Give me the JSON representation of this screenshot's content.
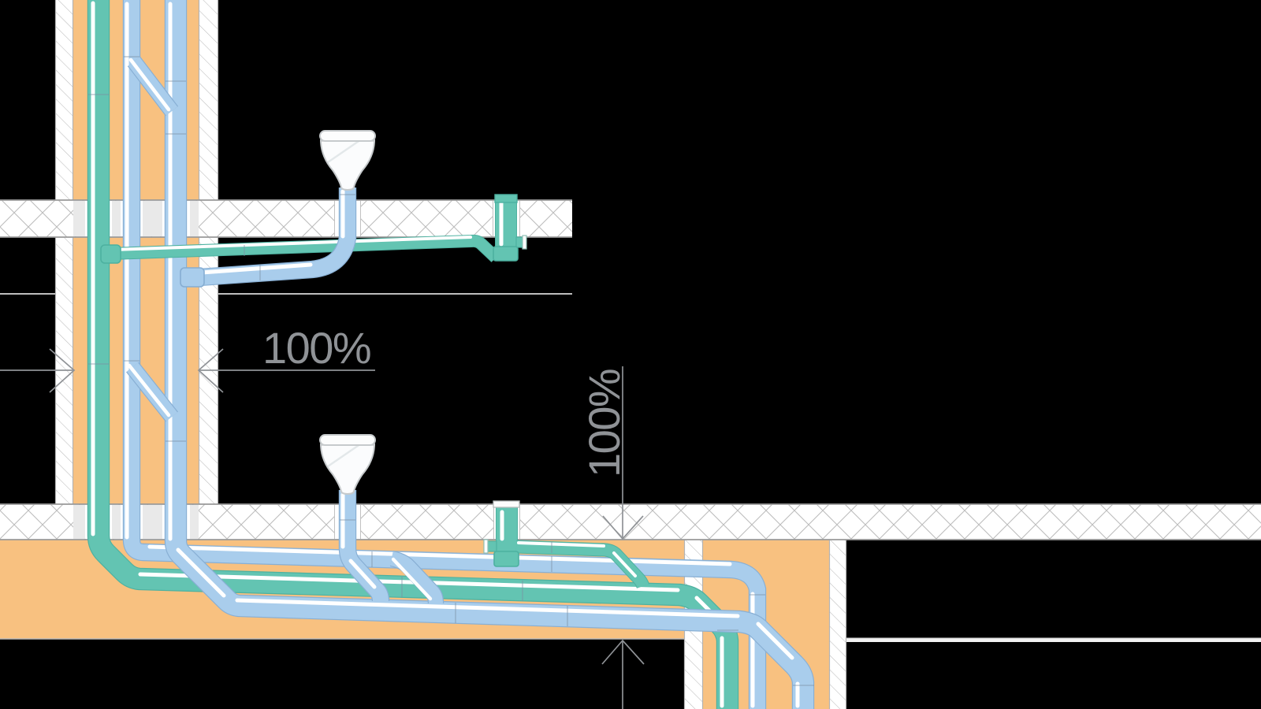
{
  "diagram": {
    "type": "plumbing-riser-section",
    "description": "Cross-section of a two-storey plumbing installation: three vertical stacks inside a wall chase, floor slabs with crosshatch, floor drain funnels and sloped horizontal drain runs",
    "annotations": {
      "wall_dim": {
        "label": "100%",
        "orientation": "horizontal"
      },
      "floor_dim": {
        "label": "100%",
        "orientation": "vertical"
      }
    },
    "palette": {
      "background": "#000000",
      "wall_core_orange": "#f8c180",
      "pipe_teal": "#63c4b2",
      "pipe_teal_edge": "#4db1a0",
      "pipe_blue": "#a9cdec",
      "pipe_blue_edge": "#88afd4",
      "slab_white": "#ffffff",
      "slab_in_wall_gray": "#e9e9e9",
      "hatch_line": "#bdbdbd",
      "slab_edge_line": "#9a9a9a",
      "dimension_gray": "#8f9296",
      "funnel_fill": "#fbfcfd",
      "funnel_edge": "#c6cacc"
    },
    "components": [
      "left-wall-chase",
      "upper-floor-slab",
      "lower-floor-slab",
      "teal-stack-pipe",
      "blue-stack-pipe-1",
      "blue-stack-pipe-2",
      "floor-drain-funnel-upper",
      "floor-drain-funnel-lower",
      "upper-teal-branch-stack",
      "lower-teal-branch-stack",
      "right-service-shaft",
      "ceiling-line",
      "floor-build-up-band"
    ]
  }
}
